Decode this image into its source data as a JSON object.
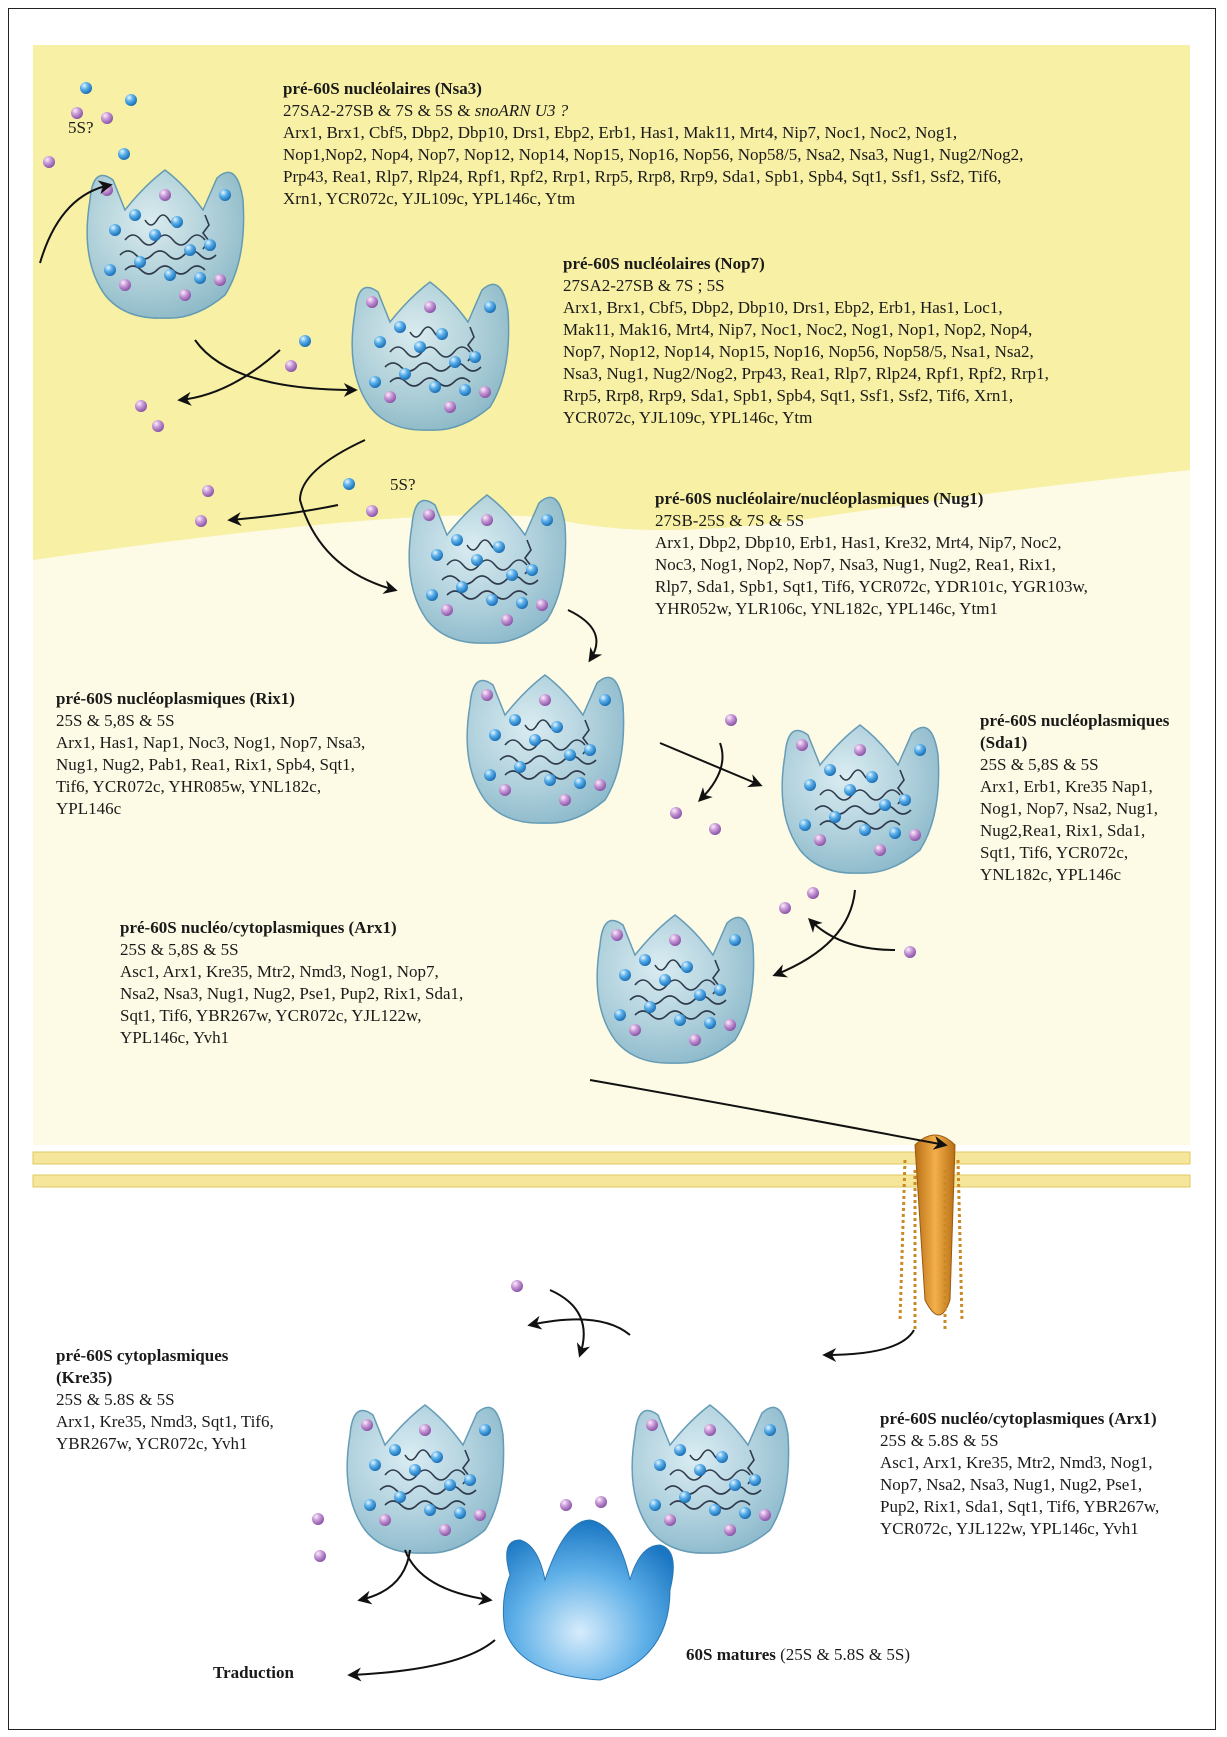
{
  "annotations": {
    "label_5s_1": "5S?",
    "label_5s_2": "5S?"
  },
  "stages": {
    "nsa3": {
      "title": "pré-60S nucléolaires (Nsa3)",
      "rna": "27SA2-27SB & 7S & 5S & ",
      "rna_italic": "snoARN U3 ?",
      "lines": [
        "Arx1, Brx1, Cbf5, Dbp2, Dbp10, Drs1, Ebp2, Erb1, Has1, Mak11, Mrt4, Nip7, Noc1, Noc2, Nog1,",
        "Nop1,Nop2, Nop4, Nop7, Nop12, Nop14, Nop15, Nop16, Nop56, Nop58/5, Nsa2, Nsa3, Nug1, Nug2/Nog2,",
        "Prp43, Rea1, Rlp7, Rlp24, Rpf1, Rpf2, Rrp1, Rrp5, Rrp8, Rrp9, Sda1, Spb1, Spb4, Sqt1, Ssf1, Ssf2, Tif6,",
        "Xrn1, YCR072c, YJL109c, YPL146c, Ytm"
      ]
    },
    "nop7": {
      "title": "pré-60S nucléolaires (Nop7)",
      "rna": "27SA2-27SB & 7S ; 5S",
      "lines": [
        "Arx1, Brx1, Cbf5, Dbp2, Dbp10, Drs1, Ebp2, Erb1, Has1, Loc1,",
        "Mak11, Mak16, Mrt4, Nip7, Noc1, Noc2, Nog1, Nop1, Nop2, Nop4,",
        "Nop7, Nop12, Nop14, Nop15, Nop16, Nop56, Nop58/5, Nsa1, Nsa2,",
        "Nsa3, Nug1, Nug2/Nog2, Prp43, Rea1, Rlp7, Rlp24, Rpf1, Rpf2, Rrp1,",
        "Rrp5, Rrp8, Rrp9, Sda1, Spb1, Spb4, Sqt1, Ssf1, Ssf2, Tif6, Xrn1,",
        "YCR072c, YJL109c, YPL146c, Ytm"
      ]
    },
    "nug1": {
      "title": "pré-60S nucléolaire/nucléoplasmiques (Nug1)",
      "rna": "27SB-25S & 7S & 5S",
      "lines": [
        "Arx1, Dbp2, Dbp10, Erb1, Has1, Kre32, Mrt4, Nip7, Noc2,",
        "Noc3, Nog1, Nop2, Nop7, Nsa3, Nug1, Nug2, Rea1, Rix1,",
        "Rlp7, Sda1, Spb1, Sqt1, Tif6, YCR072c, YDR101c, YGR103w,",
        "YHR052w, YLR106c, YNL182c, YPL146c, Ytm1"
      ]
    },
    "rix1": {
      "title": "pré-60S nucléoplasmiques (Rix1)",
      "rna": "25S & 5,8S & 5S",
      "lines": [
        "Arx1, Has1, Nap1, Noc3, Nog1, Nop7, Nsa3,",
        "Nug1, Nug2, Pab1, Rea1, Rix1, Spb4, Sqt1,",
        "Tif6, YCR072c, YHR085w, YNL182c,",
        "YPL146c"
      ]
    },
    "sda1": {
      "title": "pré-60S nucléoplasmiques",
      "title2": "(Sda1)",
      "rna": "25S & 5,8S & 5S",
      "lines": [
        "Arx1, Erb1, Kre35 Nap1,",
        "Nog1, Nop7, Nsa2, Nug1,",
        "Nug2,Rea1, Rix1, Sda1,",
        "Sqt1, Tif6, YCR072c,",
        "YNL182c, YPL146c"
      ]
    },
    "arx1_nuc": {
      "title": "pré-60S nucléo/cytoplasmiques (Arx1)",
      "rna": "25S & 5,8S & 5S",
      "lines": [
        "Asc1, Arx1, Kre35, Mtr2, Nmd3, Nog1, Nop7,",
        "Nsa2, Nsa3, Nug1, Nug2, Pse1, Pup2, Rix1, Sda1,",
        "Sqt1, Tif6, YBR267w, YCR072c, YJL122w,",
        "YPL146c, Yvh1"
      ]
    },
    "kre35": {
      "title": "pré-60S cytoplasmiques",
      "title2": "(Kre35)",
      "rna": "25S & 5.8S & 5S",
      "lines": [
        "Arx1, Kre35, Nmd3, Sqt1, Tif6,",
        "YBR267w, YCR072c, Yvh1"
      ]
    },
    "arx1_cyto": {
      "title": "pré-60S nucléo/cytoplasmiques (Arx1)",
      "rna": "25S & 5.8S & 5S",
      "lines": [
        "Asc1, Arx1, Kre35, Mtr2, Nmd3, Nog1,",
        "Nop7, Nsa2, Nsa3, Nug1, Nug2, Pse1,",
        "Pup2, Rix1, Sda1, Sqt1, Tif6, YBR267w,",
        "YCR072c, YJL122w, YPL146c, Yvh1"
      ]
    }
  },
  "footer": {
    "traduction": "Traduction",
    "mature_bold": "60S matures",
    "mature_rest": " (25S & 5.8S & 5S)"
  }
}
